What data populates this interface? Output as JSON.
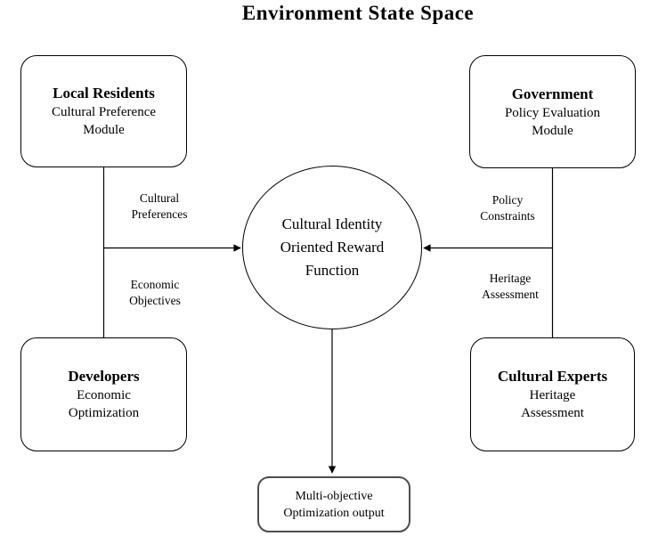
{
  "title": "Environment State Space",
  "nodes": {
    "local_residents": {
      "title": "Local Residents",
      "subtitle": "Cultural Preference\nModule"
    },
    "government": {
      "title": "Government",
      "subtitle": "Policy Evaluation\nModule"
    },
    "developers": {
      "title": "Developers",
      "subtitle": "Economic\nOptimization"
    },
    "cultural_experts": {
      "title": "Cultural Experts",
      "subtitle": "Heritage\nAssessment"
    },
    "reward_function": {
      "label": "Cultural Identity\nOriented Reward\nFunction"
    },
    "output": {
      "label": "Multi-objective\nOptimization output"
    }
  },
  "edge_labels": {
    "cultural_preferences": "Cultural\nPreferences",
    "economic_objectives": "Economic\nObjectives",
    "policy_constraints": "Policy\nConstraints",
    "heritage_assessment": "Heritage\nAssessment"
  },
  "colors": {
    "line": "#000000",
    "background": "#ffffff",
    "text": "#000000",
    "output_border": "#4d4d4d"
  }
}
